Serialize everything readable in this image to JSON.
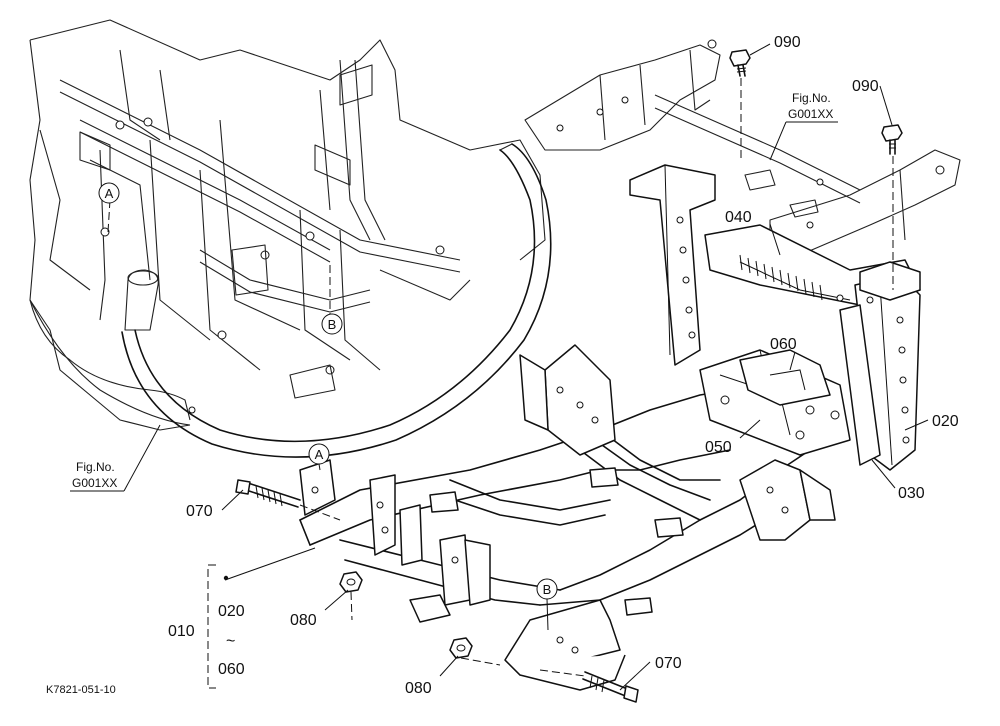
{
  "parts": [
    {
      "id": "p010",
      "text": "010"
    },
    {
      "id": "p020a",
      "text": "020"
    },
    {
      "id": "p020b",
      "text": "020"
    },
    {
      "id": "p030",
      "text": "030"
    },
    {
      "id": "p040",
      "text": "040"
    },
    {
      "id": "p050",
      "text": "050"
    },
    {
      "id": "p060a",
      "text": "060"
    },
    {
      "id": "p060b",
      "text": "060"
    },
    {
      "id": "p070a",
      "text": "070"
    },
    {
      "id": "p070b",
      "text": "070"
    },
    {
      "id": "p080a",
      "text": "080"
    },
    {
      "id": "p080b",
      "text": "080"
    },
    {
      "id": "p090a",
      "text": "090"
    },
    {
      "id": "p090b",
      "text": "090"
    }
  ],
  "range_symbol": "~",
  "references": [
    {
      "line1": "Fig.No.",
      "line2": "G001XX"
    },
    {
      "line1": "Fig.No.",
      "line2": "G001XX"
    }
  ],
  "callouts": [
    "A",
    "B",
    "A",
    "B"
  ],
  "drawing_code": "K7821-051-10"
}
